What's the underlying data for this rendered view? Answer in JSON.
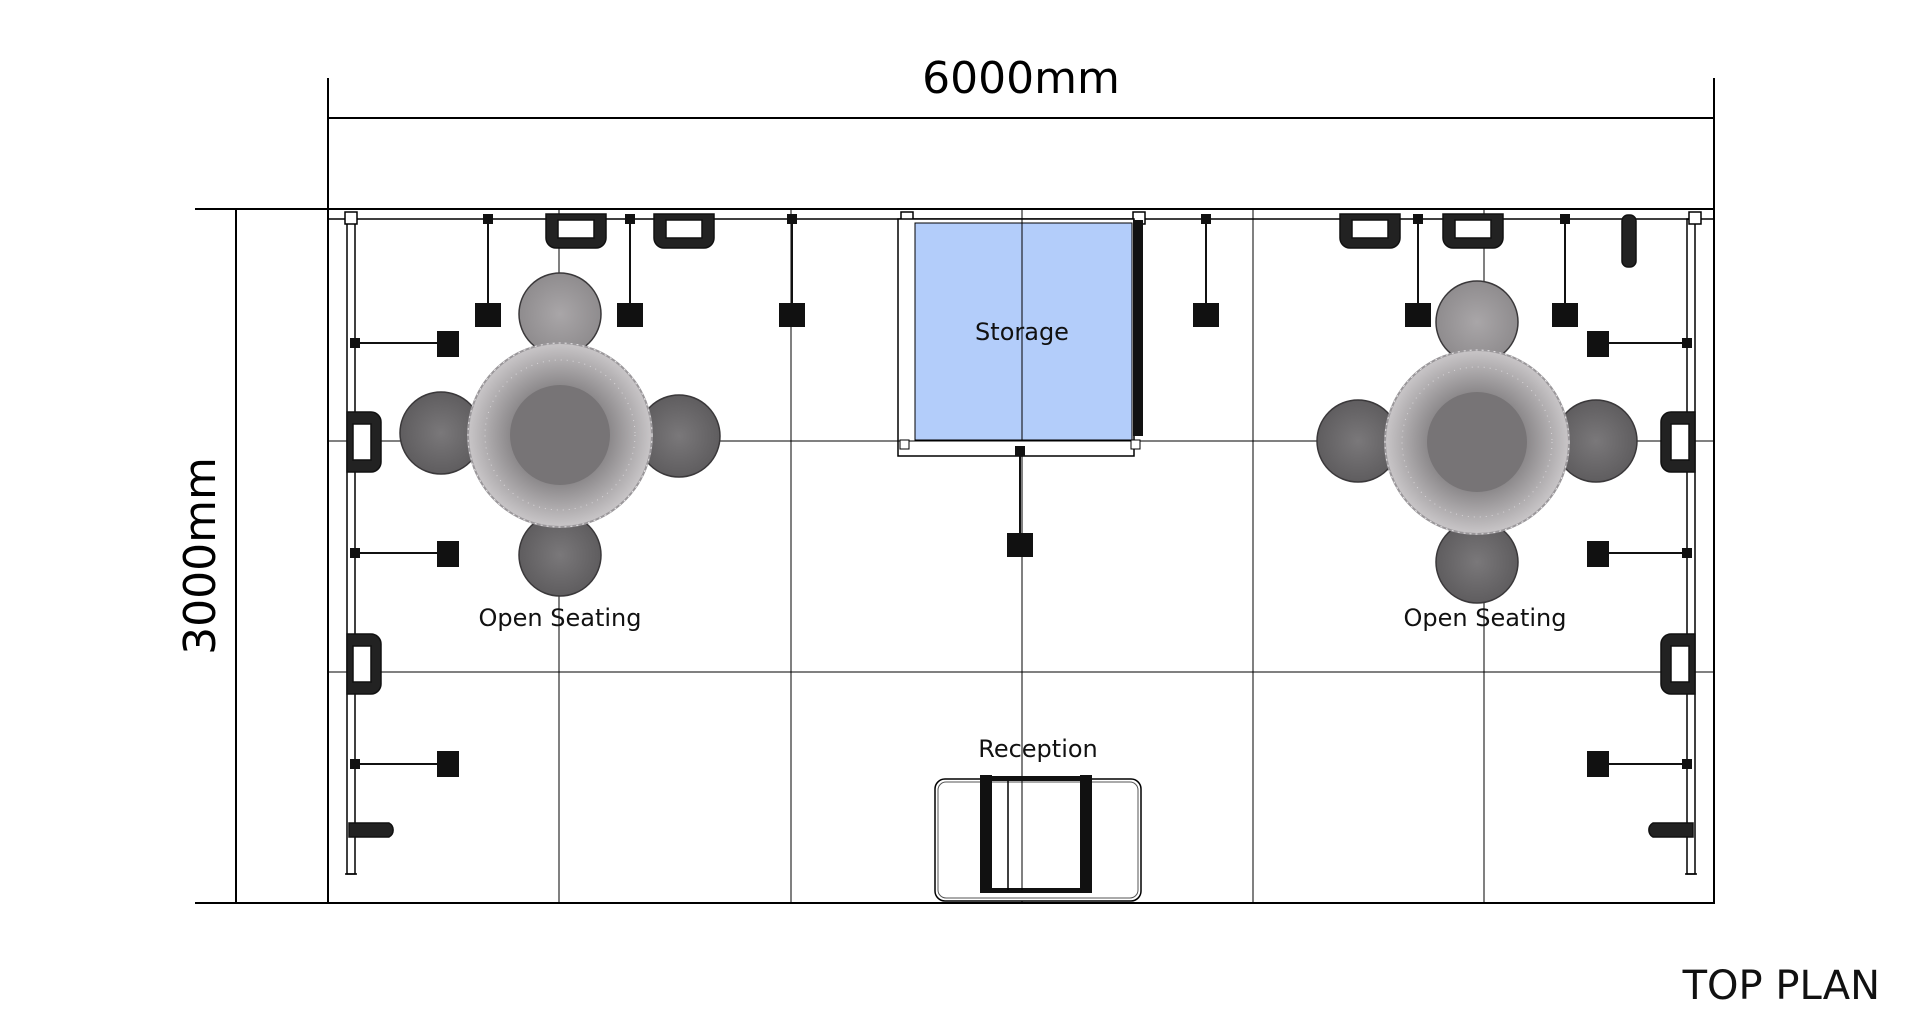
{
  "dimensions": {
    "width_label": "6000mm",
    "height_label": "3000mm"
  },
  "zones": {
    "storage": {
      "label": "Storage",
      "fill": "#b3cdfa"
    },
    "open_seating_left": {
      "label": "Open Seating"
    },
    "open_seating_right": {
      "label": "Open Seating"
    },
    "reception": {
      "label": "Reception"
    }
  },
  "plan_title": "TOP PLAN",
  "colors": {
    "line": "#000000",
    "table": "#8a8789",
    "chair": "#6f6d6f",
    "fixture": "#111111"
  }
}
